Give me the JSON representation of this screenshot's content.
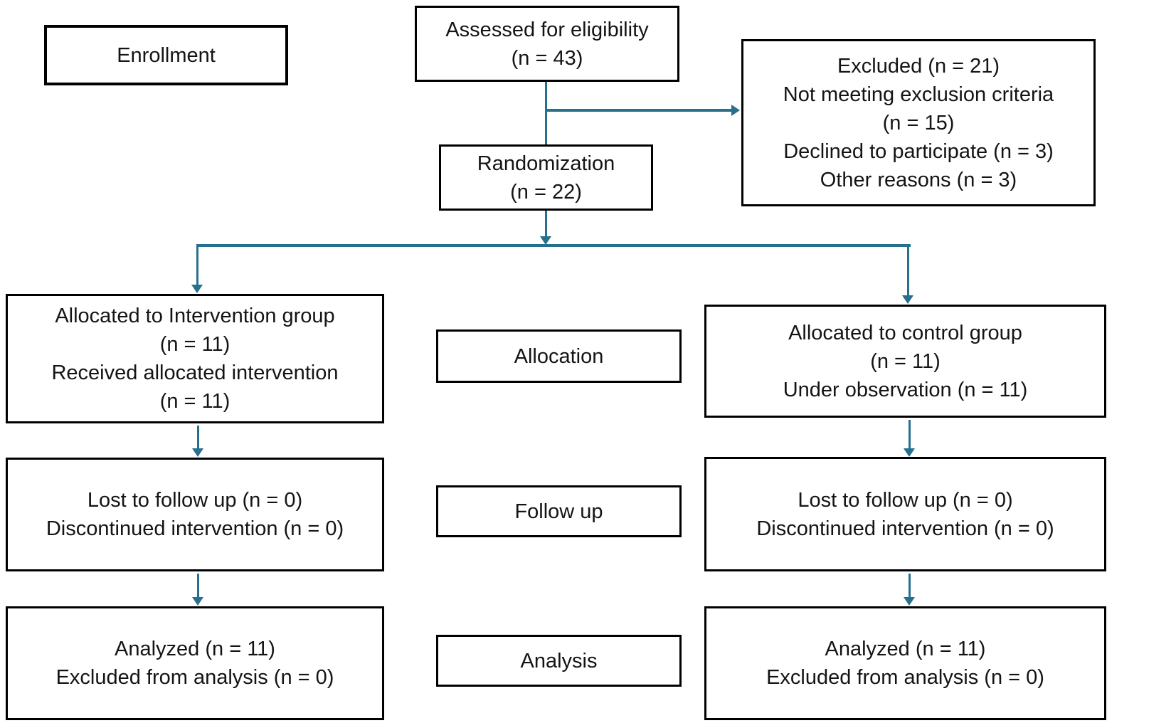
{
  "colors": {
    "connector": "#26708e",
    "box_border": "#000000",
    "text": "#141414",
    "background": "#ffffff"
  },
  "boxes": {
    "enrollment": {
      "lines": [
        "Enrollment"
      ]
    },
    "assessed": {
      "lines": [
        "Assessed for eligibility",
        "(n = 43)"
      ]
    },
    "excluded": {
      "lines": [
        "Excluded (n = 21)",
        "Not meeting exclusion criteria",
        "(n = 15)",
        "Declined to participate (n = 3)",
        "Other reasons (n = 3)"
      ]
    },
    "randomization": {
      "lines": [
        "Randomization",
        "(n = 22)"
      ]
    },
    "allocation_intervention": {
      "lines": [
        "Allocated to Intervention group",
        "(n = 11)",
        "Received allocated intervention",
        "(n = 11)"
      ]
    },
    "allocation_stage": {
      "lines": [
        "Allocation"
      ]
    },
    "allocation_control": {
      "lines": [
        "Allocated to control group",
        "(n = 11)",
        "Under observation (n = 11)"
      ]
    },
    "followup_intervention": {
      "lines": [
        "Lost to follow up (n = 0)",
        "Discontinued intervention (n = 0)"
      ]
    },
    "followup_stage": {
      "lines": [
        "Follow up"
      ]
    },
    "followup_control": {
      "lines": [
        "Lost to follow up (n = 0)",
        "Discontinued intervention (n = 0)"
      ]
    },
    "analysis_intervention": {
      "lines": [
        "Analyzed (n = 11)",
        "Excluded from analysis (n = 0)"
      ]
    },
    "analysis_stage": {
      "lines": [
        "Analysis"
      ]
    },
    "analysis_control": {
      "lines": [
        "Analyzed (n = 11)",
        "Excluded from analysis (n = 0)"
      ]
    }
  }
}
